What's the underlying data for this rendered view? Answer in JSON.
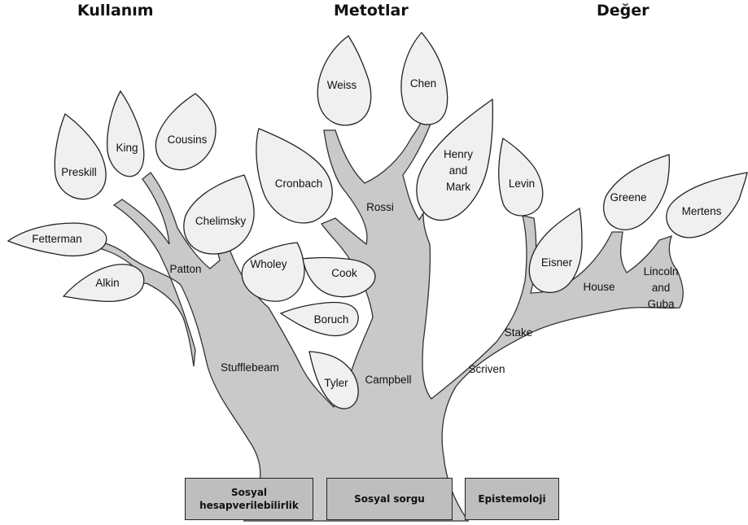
{
  "headings": {
    "left": "Kullanım",
    "center": "Metotlar",
    "right": "Değer"
  },
  "leaves": {
    "weiss": "Weiss",
    "chen": "Chen",
    "henry_mark": [
      "Henry",
      "and",
      "Mark"
    ],
    "levin": "Levin",
    "greene": "Greene",
    "mertens": "Mertens",
    "eisner": "Eisner",
    "cronbach": "Cronbach",
    "chelimsky": "Chelimsky",
    "wholey": "Wholey",
    "cook": "Cook",
    "boruch": "Boruch",
    "tyler": "Tyler",
    "preskill": "Preskill",
    "king": "King",
    "cousins": "Cousins",
    "fetterman": "Fetterman",
    "alkin": "Alkin"
  },
  "branch_labels": {
    "rossi": "Rossi",
    "patton": "Patton",
    "stufflebeam": "Stufflebeam",
    "campbell": "Campbell",
    "stake": "Stake",
    "scriven": "Scriven",
    "house": "House",
    "lincoln_guba": [
      "Lincoln",
      "and",
      "Guba"
    ]
  },
  "roots": {
    "left": "Sosyal hesapverilebilirlik",
    "center": "Sosyal sorgu",
    "right": "Epistemoloji"
  }
}
